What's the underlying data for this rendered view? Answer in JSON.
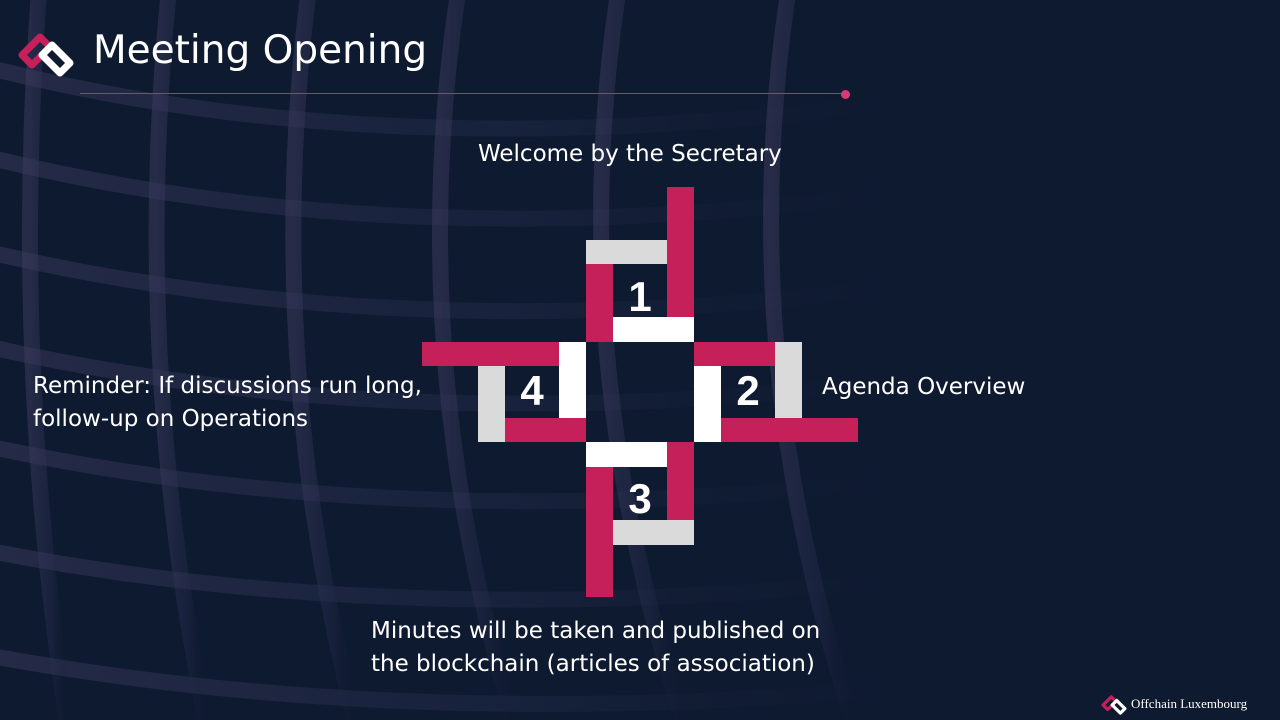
{
  "slide": {
    "title": "Meeting Opening"
  },
  "steps": [
    {
      "number": "1",
      "caption": "Welcome by the Secretary"
    },
    {
      "number": "2",
      "caption": "Agenda Overview"
    },
    {
      "number": "3",
      "caption_lines": [
        "Minutes will be taken and published on",
        "the blockchain (articles of association)"
      ]
    },
    {
      "number": "4",
      "caption_lines": [
        "Reminder: If discussions run long,",
        "follow-up on Operations"
      ]
    }
  ],
  "footer": {
    "brand": "Offchain Luxembourg"
  },
  "colors": {
    "background": "#0e1a30",
    "accent": "#c5205a",
    "light": "#ffffff",
    "grey": "#dadada"
  }
}
